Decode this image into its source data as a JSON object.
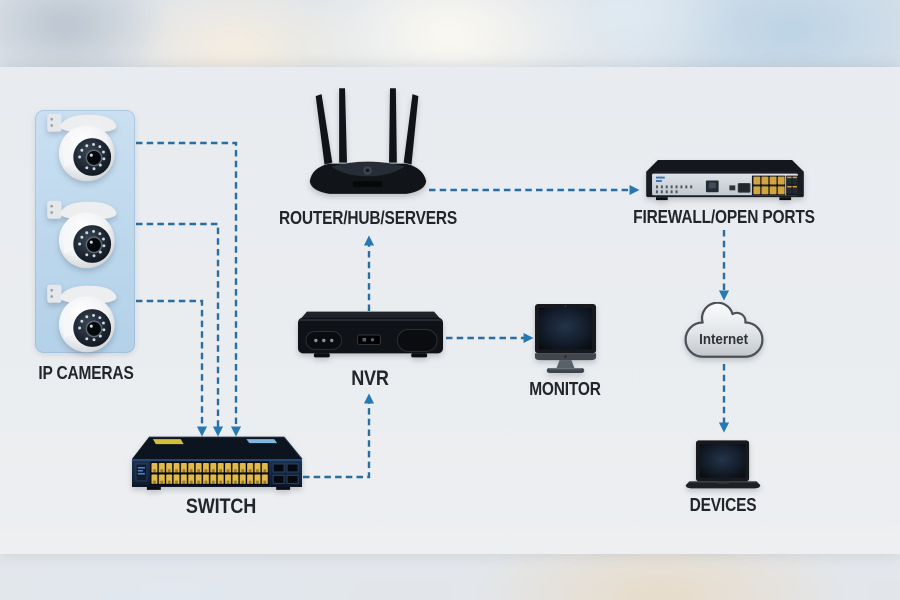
{
  "diagram": {
    "nodes": {
      "cameras": {
        "label": "IP CAMERAS",
        "icon": "ip-camera-icon",
        "count": 3
      },
      "router": {
        "label": "ROUTER/HUB/SERVERS",
        "icon": "wifi-router-icon"
      },
      "firewall": {
        "label": "FIREWALL/OPEN PORTS",
        "icon": "firewall-appliance-icon"
      },
      "nvr": {
        "label": "NVR",
        "icon": "nvr-recorder-icon"
      },
      "monitor": {
        "label": "MONITOR",
        "icon": "desktop-monitor-icon"
      },
      "switch": {
        "label": "SWITCH",
        "icon": "network-switch-icon"
      },
      "internet": {
        "label": "Internet",
        "icon": "cloud-icon"
      },
      "devices": {
        "label": "DEVICES",
        "icon": "laptop-icon"
      }
    },
    "connections": [
      {
        "from": "ip-camera-1",
        "to": "switch",
        "style": "dashed-arrow"
      },
      {
        "from": "ip-camera-2",
        "to": "switch",
        "style": "dashed-arrow"
      },
      {
        "from": "ip-camera-3",
        "to": "switch",
        "style": "dashed-arrow"
      },
      {
        "from": "switch",
        "to": "nvr",
        "style": "dashed-arrow"
      },
      {
        "from": "nvr",
        "to": "router",
        "style": "dashed-arrow"
      },
      {
        "from": "router",
        "to": "firewall",
        "style": "dashed-arrow"
      },
      {
        "from": "nvr",
        "to": "monitor",
        "style": "dashed-arrow"
      },
      {
        "from": "firewall",
        "to": "internet",
        "style": "dashed-arrow"
      },
      {
        "from": "internet",
        "to": "devices",
        "style": "dashed-arrow"
      }
    ],
    "colors": {
      "connector": "#2a6da0",
      "arrowhead": "#2779b2",
      "camera_panel": "#bcd7ec",
      "label_text": "#22262b",
      "switch_ports": "#e3ba4a",
      "firewall_ports": "#d2a53f"
    }
  }
}
